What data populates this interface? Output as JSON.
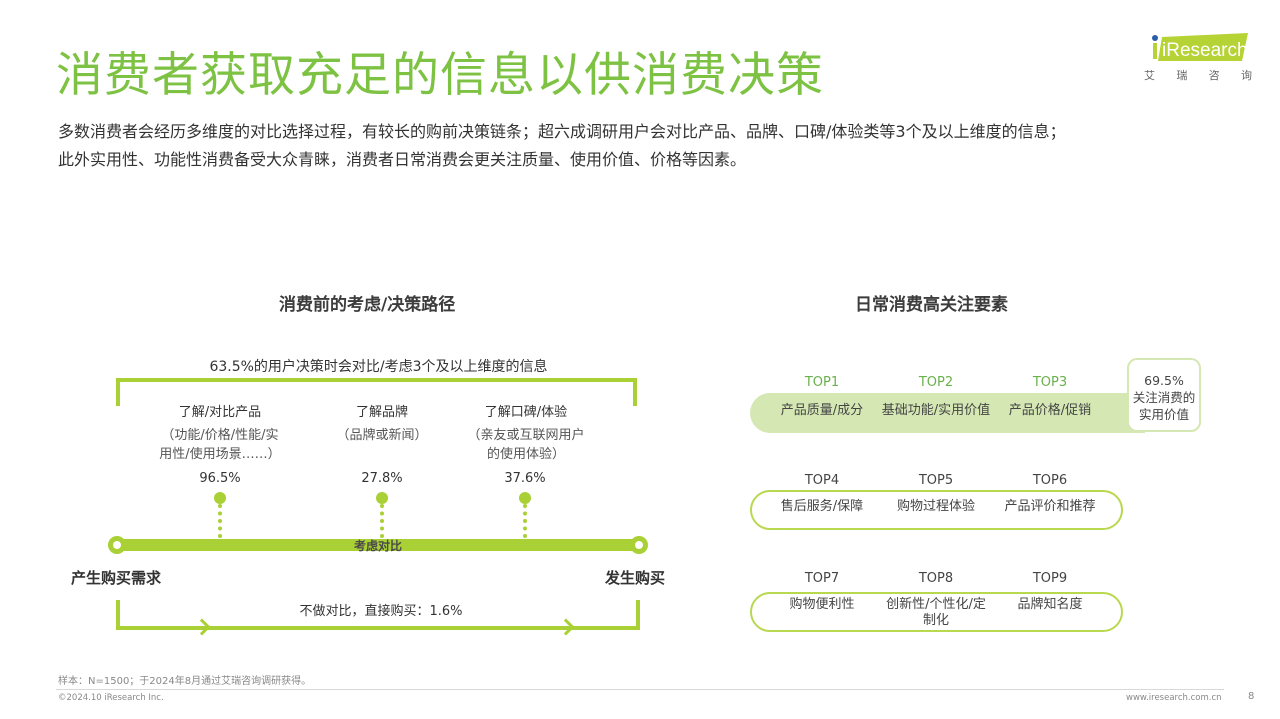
{
  "header": {
    "title": "消费者获取充足的信息以供消费决策",
    "logo": {
      "brand": "iResearch",
      "subtitle_chars": [
        "艾",
        "瑞",
        "咨",
        "询"
      ]
    }
  },
  "summary": {
    "lines": [
      "多数消费者会经历多维度的对比选择过程，有较长的购前决策链条；超六成调研用户会对比产品、品牌、口碑/体验类等3个及以上维度的信息；",
      "此外实用性、功能性消费备受大众青睐，消费者日常消费会更关注质量、使用价值、价格等因素。"
    ]
  },
  "left_panel": {
    "title": "消费前的考虑/决策路径",
    "bracket_caption": "63.5%的用户决策时会对比/考虑3个及以上维度的信息",
    "steps": [
      {
        "label": "了解/对比产品",
        "detail_line1": "（功能/价格/性能/实",
        "detail_line2": "用性/使用场景……）",
        "pct": "96.5%"
      },
      {
        "label": "了解品牌",
        "detail_line1": "（品牌或新闻）",
        "detail_line2": "",
        "pct": "27.8%"
      },
      {
        "label": "了解口碑/体验",
        "detail_line1": "（亲友或互联网用户",
        "detail_line2": "的使用体验）",
        "pct": "37.6%"
      }
    ],
    "timeline_label": "考虑对比",
    "start_label": "产生购买需求",
    "end_label": "发生购买",
    "direct_caption": "不做对比，直接购买：1.6%"
  },
  "right_panel": {
    "title": "日常消费高关注要素",
    "rows": [
      {
        "items": [
          {
            "rank": "TOP1",
            "label": "产品质量/成分"
          },
          {
            "rank": "TOP2",
            "label": "基础功能/实用价值"
          },
          {
            "rank": "TOP3",
            "label": "产品价格/促销"
          }
        ]
      },
      {
        "items": [
          {
            "rank": "TOP4",
            "label": "售后服务/保障"
          },
          {
            "rank": "TOP5",
            "label": "购物过程体验"
          },
          {
            "rank": "TOP6",
            "label": "产品评价和推荐"
          }
        ]
      },
      {
        "items": [
          {
            "rank": "TOP7",
            "label": "购物便利性"
          },
          {
            "rank": "TOP8",
            "label": "创新性/个性化/定制化"
          },
          {
            "rank": "TOP9",
            "label": "品牌知名度"
          }
        ]
      }
    ],
    "callout": {
      "pct": "69.5%",
      "line1": "关注消费的",
      "line2": "实用价值"
    }
  },
  "footer": {
    "sample_note": "样本：N=1500；于2024年8月通过艾瑞咨询调研获得。",
    "copyright": "©2024.10 iResearch Inc.",
    "website": "www.iresearch.com.cn",
    "page_number": "8"
  },
  "colors": {
    "title_green": "#7dc242",
    "accent_lime": "#a9d034",
    "pill_fill": "#d5e8b4",
    "top_rank_green": "#6ab04c"
  }
}
